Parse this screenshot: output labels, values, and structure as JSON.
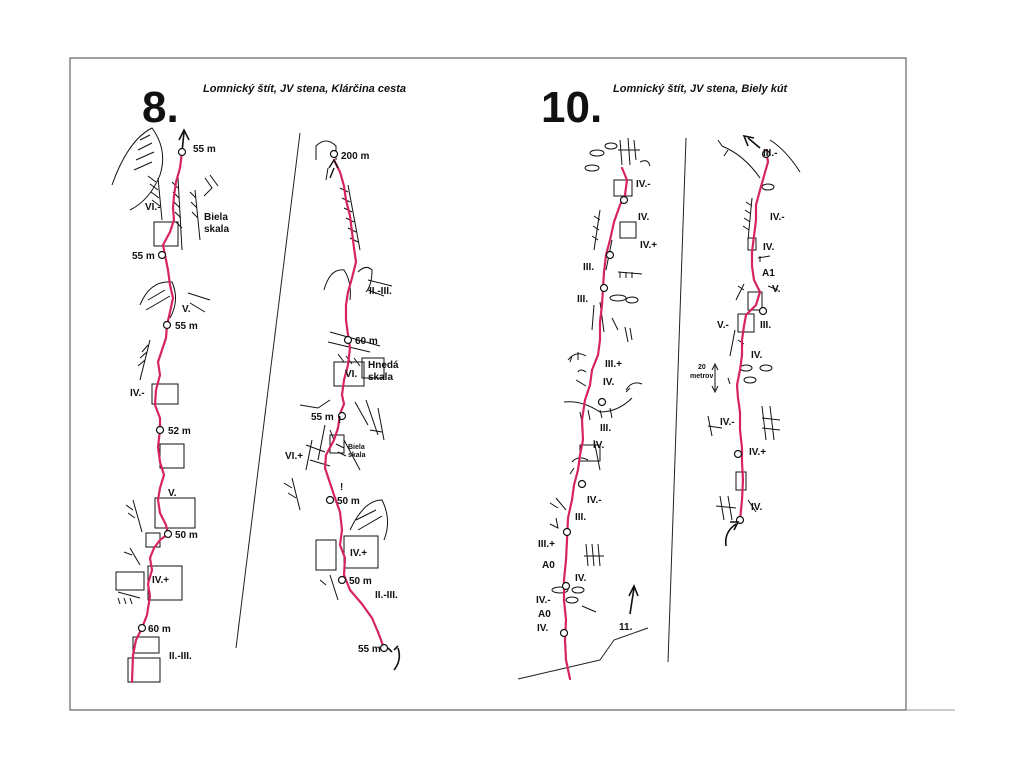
{
  "topo_8": {
    "number": "8.",
    "title": "Lomnický štít, JV stena, Klárčina cesta",
    "left_pitch_lengths": [
      "55 m",
      "55 m",
      "55 m",
      "52 m",
      "50 m",
      "60 m"
    ],
    "left_grades": [
      "VI.-",
      "V.",
      "IV.-",
      "V.",
      "IV.+",
      "II.-III."
    ],
    "left_features": [
      "Biela",
      "skala"
    ],
    "right_pitch_lengths": [
      "200 m",
      "60 m",
      "55 m",
      "50 m",
      "50 m",
      "55 m"
    ],
    "right_grades": [
      "II.-III.",
      "VI.",
      "VI.+",
      "IV.+",
      "II.-III."
    ],
    "right_features": [
      "Hnedá",
      "skala",
      "Biela",
      "skala"
    ],
    "marks": [
      "!",
      "!"
    ]
  },
  "topo_10": {
    "number": "10.",
    "title": "Lomnický štít, JV stena, Biely kút",
    "left_grades": [
      "IV.-",
      "IV.",
      "IV.+",
      "III.",
      "III.",
      "III.+",
      "IV.",
      "III.",
      "IV.",
      "IV.-",
      "III.",
      "III.+",
      "A0",
      "IV.",
      "IV.-",
      "A0",
      "IV."
    ],
    "neighbour_route": "11.",
    "right_grades": [
      "III.-",
      "IV.-",
      "IV.",
      "A1",
      "V.",
      "V.-",
      "III.",
      "IV.",
      "IV.-",
      "IV.+",
      "IV."
    ],
    "scale_value": "20",
    "scale_unit": "metrov"
  },
  "colors": {
    "route": "#d6245c",
    "ink": "#111111",
    "frame": "#444444"
  }
}
